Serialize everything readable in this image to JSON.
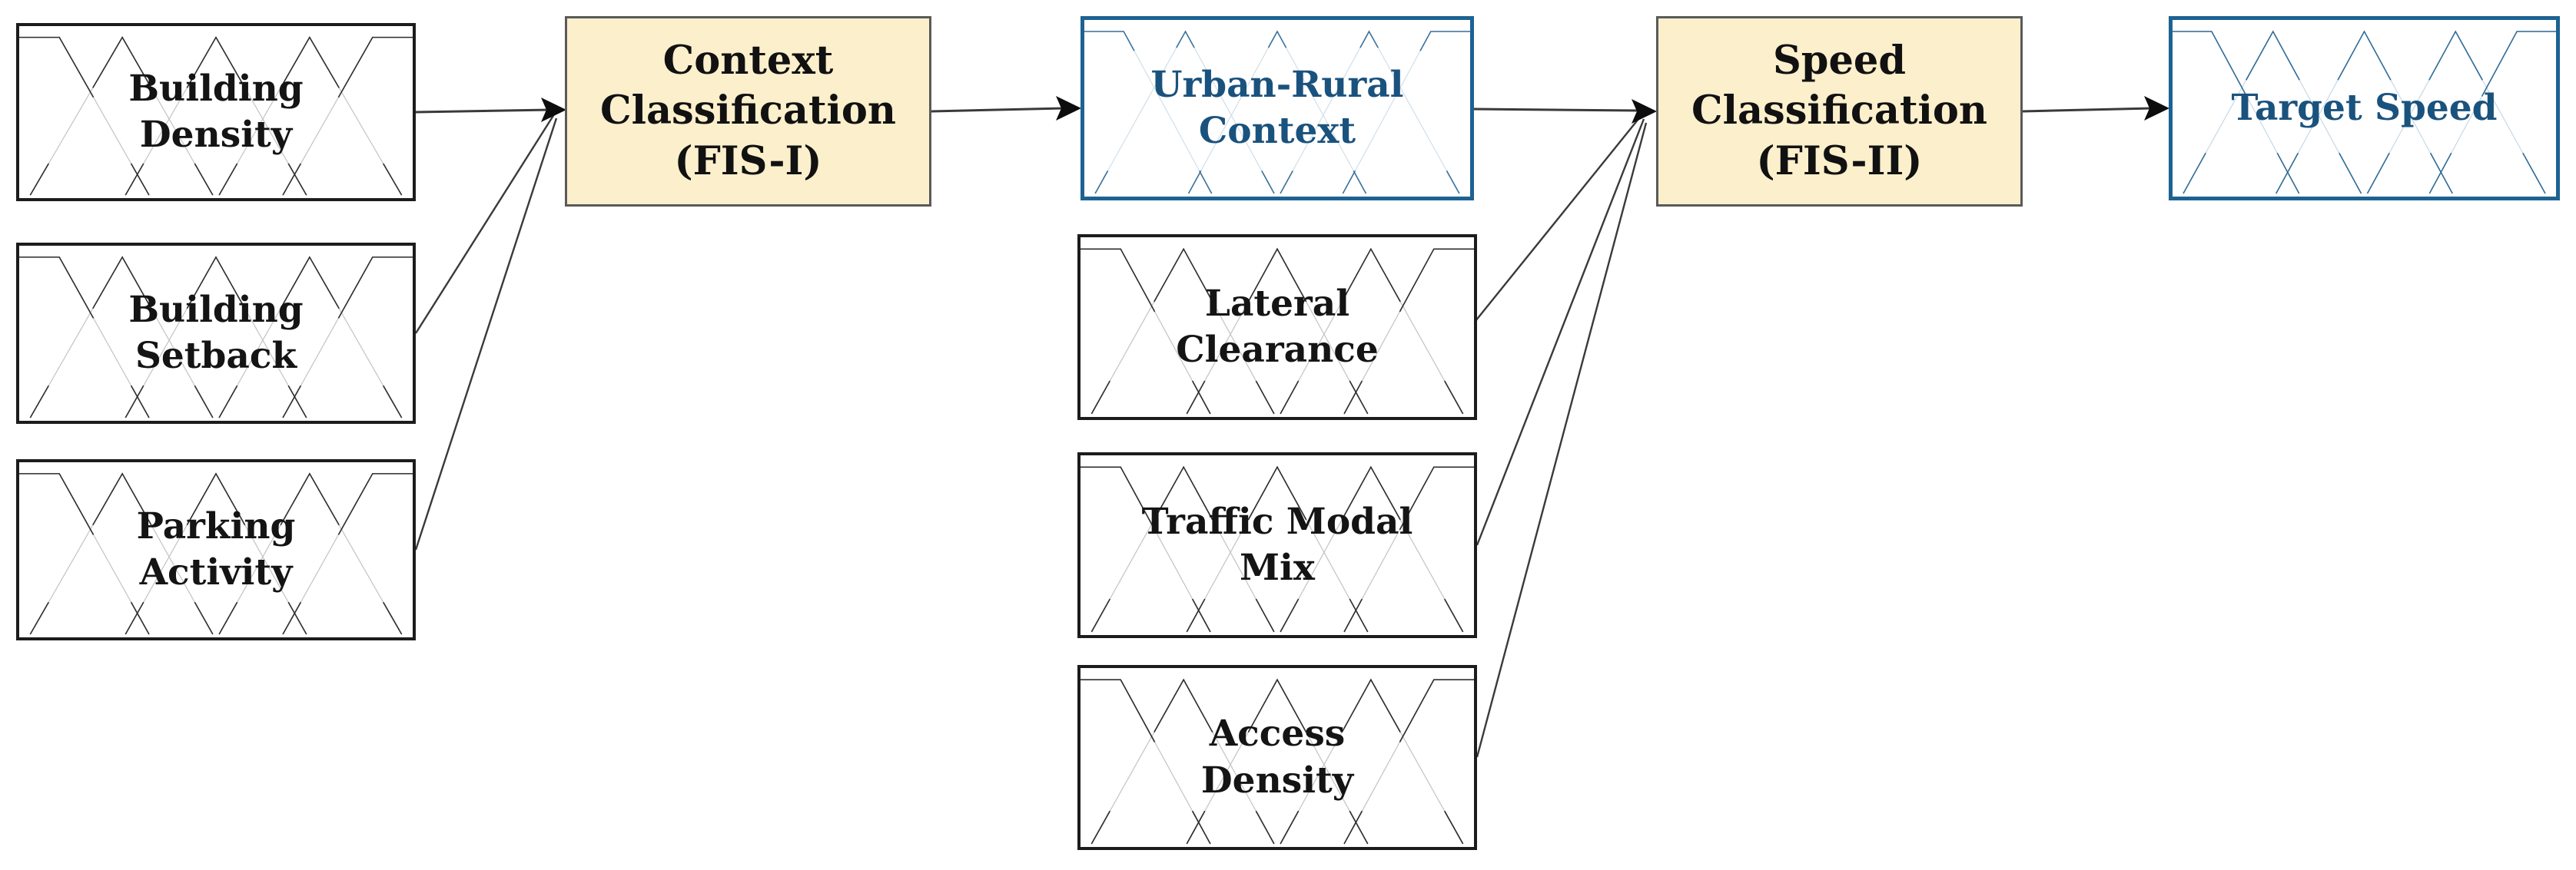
{
  "figure": {
    "type": "fuzzy-inference-system-flow-diagram",
    "background": "#ffffff"
  },
  "nodes": {
    "building_density": {
      "label": "Building\nDensity",
      "role": "input"
    },
    "building_setback": {
      "label": "Building\nSetback",
      "role": "input"
    },
    "parking_activity": {
      "label": "Parking\nActivity",
      "role": "input"
    },
    "fis1": {
      "label": "Context\nClassification\n(FIS-I)",
      "role": "process"
    },
    "urban_rural": {
      "label": "Urban-Rural\nContext",
      "role": "intermediate-output"
    },
    "lateral_clearance": {
      "label": "Lateral\nClearance",
      "role": "input"
    },
    "traffic_modal_mix": {
      "label": "Traffic Modal\nMix",
      "role": "input"
    },
    "access_density": {
      "label": "Access\nDensity",
      "role": "input"
    },
    "fis2": {
      "label": "Speed\nClassification\n(FIS-II)",
      "role": "process"
    },
    "target_speed": {
      "label": "Target Speed",
      "role": "output"
    }
  },
  "connectors": [
    {
      "from": "Building Density",
      "to": "Context Classification (FIS-I)"
    },
    {
      "from": "Building Setback",
      "to": "Context Classification (FIS-I)"
    },
    {
      "from": "Parking Activity",
      "to": "Context Classification (FIS-I)"
    },
    {
      "from": "Context Classification (FIS-I)",
      "to": "Urban-Rural Context"
    },
    {
      "from": "Urban-Rural Context",
      "to": "Speed Classification (FIS-II)"
    },
    {
      "from": "Lateral Clearance",
      "to": "Speed Classification (FIS-II)"
    },
    {
      "from": "Traffic Modal Mix",
      "to": "Speed Classification (FIS-II)"
    },
    {
      "from": "Access Density",
      "to": "Speed Classification (FIS-II)"
    },
    {
      "from": "Speed Classification (FIS-II)",
      "to": "Target Speed"
    }
  ],
  "colors": {
    "arrow": "#3a3a3a",
    "arrowhead": "#0d0d0d",
    "input_border": "#1c1c1c",
    "input_text": "#141414",
    "fis_fill": "#fbefcc",
    "fis_border": "#5a5a5a",
    "fis_text": "#111111",
    "blue_border": "#1d6292",
    "blue_text": "#1a527e",
    "mf_black_dark": "#2e2e2e",
    "mf_black_light": "#c4c4c4",
    "mf_urban_dark": "#39719c",
    "mf_urban_light": "#d0dfe9",
    "mf_target_dark": "#2e6b96",
    "mf_target_light": "#c7d8e4"
  }
}
